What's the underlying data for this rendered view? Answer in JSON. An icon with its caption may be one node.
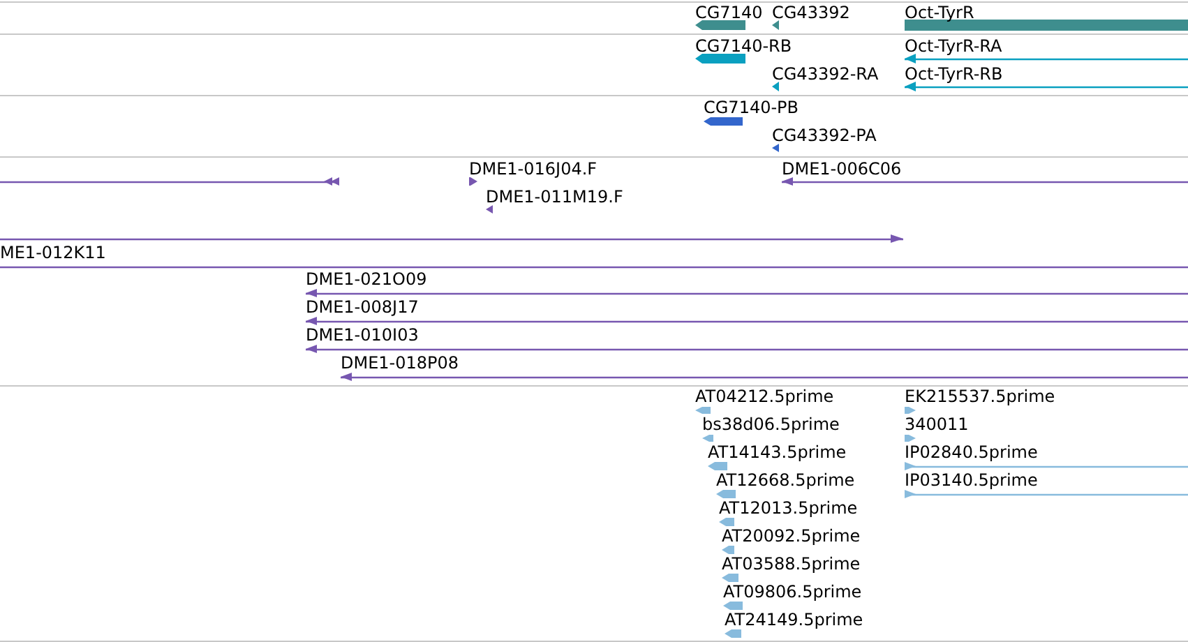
{
  "diagram": {
    "labels": [
      "CG7140",
      "CG43392",
      "Oct-TyrR",
      "CG7140-RB",
      "Oct-TyrR-RA",
      "CG43392-RA",
      "Oct-TyrR-RB",
      "CG7140-PB",
      "CG43392-PA",
      "DME1-016J04.F",
      "DME1-006C06",
      "DME1-011M19.F",
      "ME1-012K11",
      "DME1-021O09",
      "DME1-008J17",
      "DME1-010I03",
      "DME1-018P08",
      "AT04212.5prime",
      "EK215537.5prime",
      "bs38d06.5prime",
      "340011",
      "AT14143.5prime",
      "IP02840.5prime",
      "AT12668.5prime",
      "IP03140.5prime",
      "AT12013.5prime",
      "AT20092.5prime",
      "AT03588.5prime",
      "AT09806.5prime",
      "AT24149.5prime"
    ]
  }
}
